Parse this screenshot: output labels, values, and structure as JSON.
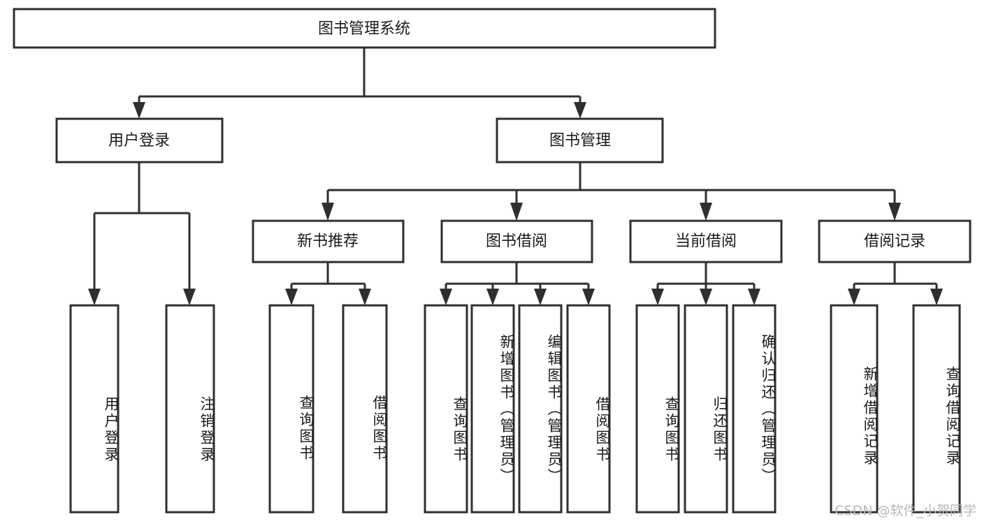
{
  "diagram": {
    "title": "图书管理系统",
    "type": "tree-hierarchy",
    "watermark": "CSDN @软件_小贺同学",
    "colors": {
      "stroke": "#2f2f2f",
      "fill": "#ffffff",
      "text": "#1a1a1a",
      "watermark": "#b8b8b8"
    },
    "nodes": {
      "root": {
        "label": "图书管理系统"
      },
      "level2": [
        {
          "label": "用户登录"
        },
        {
          "label": "图书管理"
        }
      ],
      "level3": [
        {
          "label": "新书推荐"
        },
        {
          "label": "图书借阅"
        },
        {
          "label": "当前借阅"
        },
        {
          "label": "借阅记录"
        }
      ],
      "leaves_user_login": [
        {
          "label": "用户登录"
        },
        {
          "label": "注销登录"
        }
      ],
      "leaves_new_book": [
        {
          "label": "查询图书"
        },
        {
          "label": "借阅图书"
        }
      ],
      "leaves_borrow": [
        {
          "label": "查询图书"
        },
        {
          "label": "新增图书（管理员）"
        },
        {
          "label": "编辑图书（管理员）"
        },
        {
          "label": "借阅图书"
        }
      ],
      "leaves_current": [
        {
          "label": "查询图书"
        },
        {
          "label": "归还图书"
        },
        {
          "label": "确认归还（管理员）"
        }
      ],
      "leaves_records": [
        {
          "label": "新增借阅记录"
        },
        {
          "label": "查询借阅记录"
        }
      ]
    }
  }
}
